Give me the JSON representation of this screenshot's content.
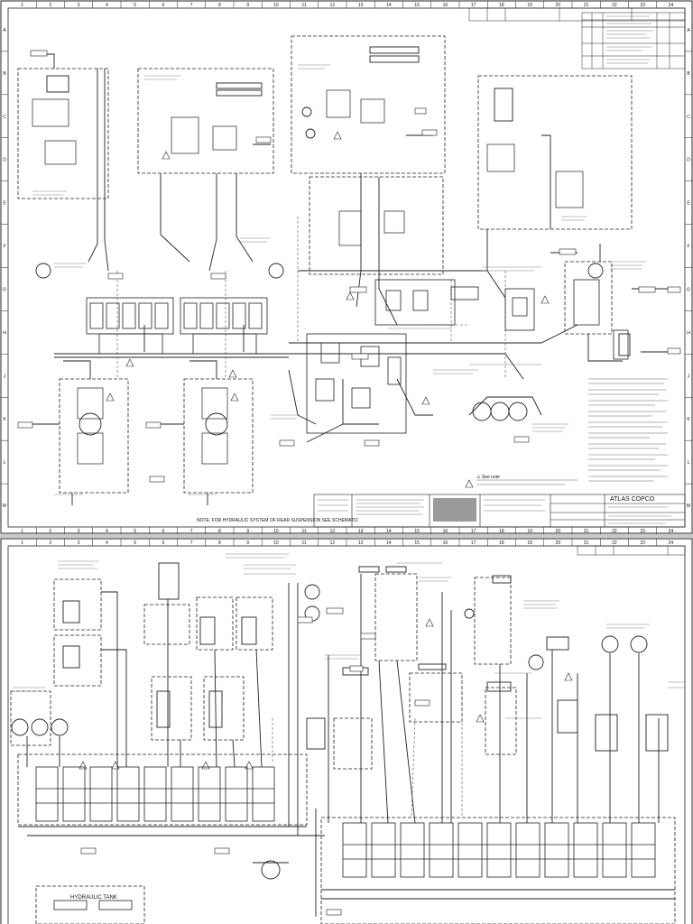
{
  "sheet1": {
    "grid_columns": [
      "1",
      "2",
      "3",
      "4",
      "5",
      "6",
      "7",
      "8",
      "9",
      "10",
      "11",
      "12",
      "13",
      "14",
      "15",
      "16",
      "17",
      "18",
      "19",
      "20",
      "21",
      "22",
      "23",
      "24"
    ],
    "grid_rows": [
      "A",
      "B",
      "C",
      "D",
      "E",
      "F",
      "G",
      "H",
      "J",
      "K",
      "L",
      "M"
    ],
    "footer_note": "NOTE: FOR HYDRAULIC SYSTEM OF REAR SUSPENSION SEE SCHEMATIC",
    "company": "ATLAS COPCO",
    "tagnote": "⚠ See note"
  },
  "sheet2": {
    "grid_columns": [
      "1",
      "2",
      "3",
      "4",
      "5",
      "6",
      "7",
      "8",
      "9",
      "10",
      "11",
      "12",
      "13",
      "14",
      "15",
      "16",
      "17",
      "18",
      "19",
      "20",
      "21",
      "22",
      "23",
      "24"
    ],
    "group_label": "HYDRAULIC TANK"
  }
}
